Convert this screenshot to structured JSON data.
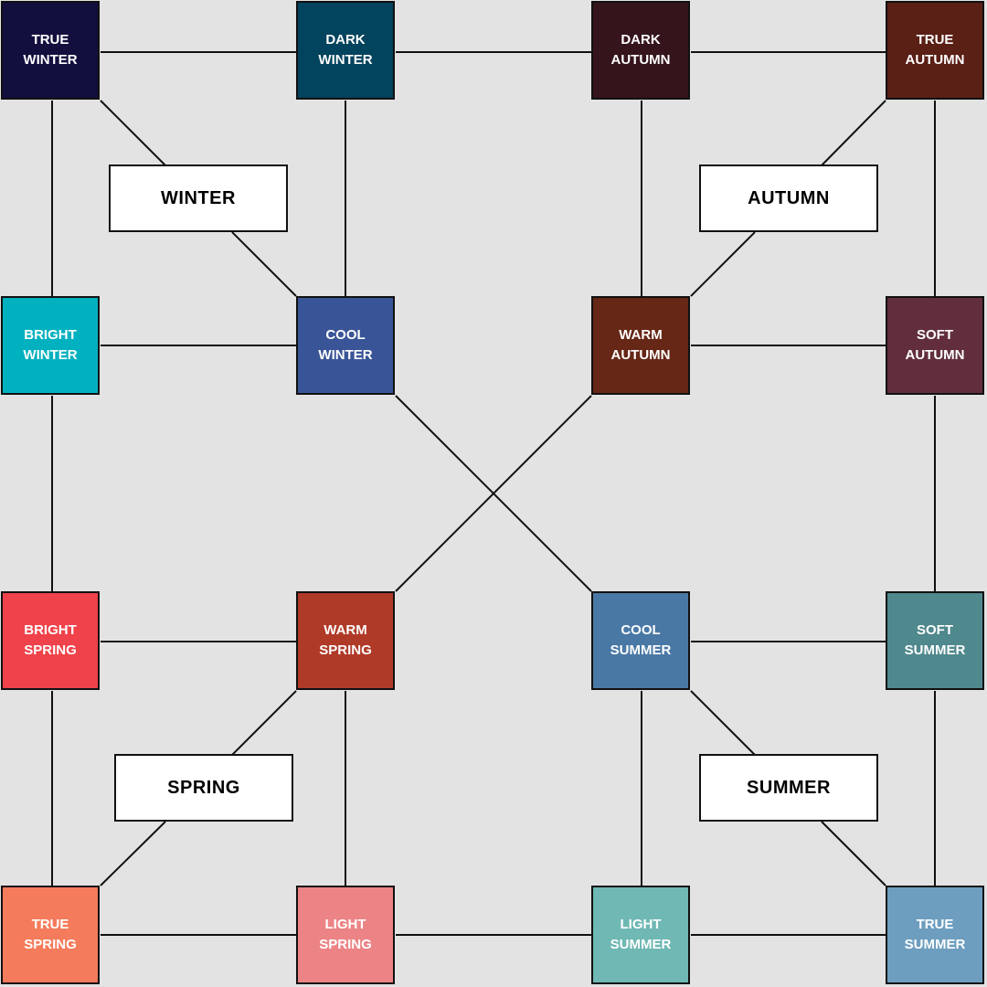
{
  "seasons": {
    "winter": "WINTER",
    "autumn": "AUTUMN",
    "spring": "SPRING",
    "summer": "SUMMER"
  },
  "tiles": {
    "true_winter": {
      "line1": "TRUE",
      "line2": "WINTER",
      "color": "#120f3f"
    },
    "dark_winter": {
      "line1": "DARK",
      "line2": "WINTER",
      "color": "#02435d"
    },
    "dark_autumn": {
      "line1": "DARK",
      "line2": "AUTUMN",
      "color": "#35141b"
    },
    "true_autumn": {
      "line1": "TRUE",
      "line2": "AUTUMN",
      "color": "#5a1f15"
    },
    "bright_winter": {
      "line1": "BRIGHT",
      "line2": "WINTER",
      "color": "#02b1bf"
    },
    "cool_winter": {
      "line1": "COOL",
      "line2": "WINTER",
      "color": "#395597"
    },
    "warm_autumn": {
      "line1": "WARM",
      "line2": "AUTUMN",
      "color": "#662716"
    },
    "soft_autumn": {
      "line1": "SOFT",
      "line2": "AUTUMN",
      "color": "#622e3d"
    },
    "bright_spring": {
      "line1": "BRIGHT",
      "line2": "SPRING",
      "color": "#ef424a"
    },
    "warm_spring": {
      "line1": "WARM",
      "line2": "SPRING",
      "color": "#b03a28"
    },
    "cool_summer": {
      "line1": "COOL",
      "line2": "SUMMER",
      "color": "#4978a5"
    },
    "soft_summer": {
      "line1": "SOFT",
      "line2": "SUMMER",
      "color": "#4f888d"
    },
    "true_spring": {
      "line1": "TRUE",
      "line2": "SPRING",
      "color": "#f47b5b"
    },
    "light_spring": {
      "line1": "LIGHT",
      "line2": "SPRING",
      "color": "#ec8486"
    },
    "light_summer": {
      "line1": "LIGHT",
      "line2": "SUMMER",
      "color": "#6fb8b3"
    },
    "true_summer": {
      "line1": "TRUE",
      "line2": "SUMMER",
      "color": "#6d9ebf"
    }
  }
}
